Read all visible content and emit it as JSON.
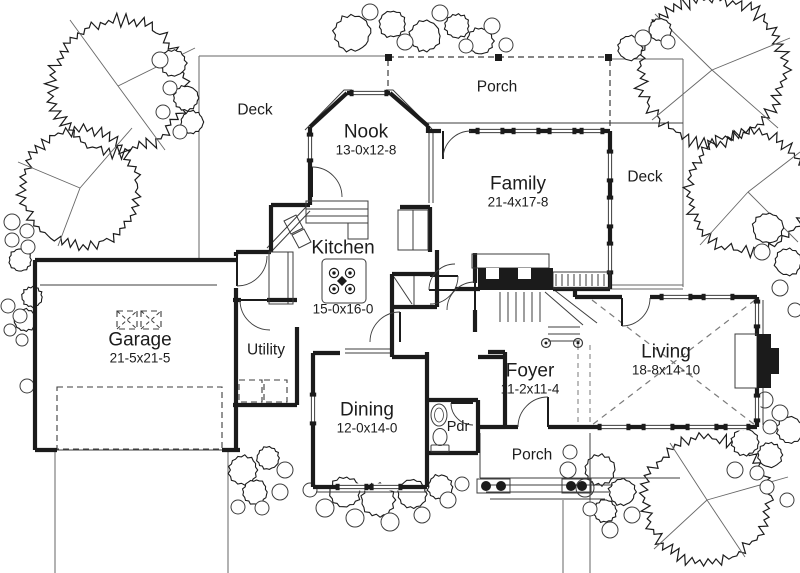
{
  "rooms": {
    "nook": {
      "label": "Nook",
      "dims": "13-0x12-8"
    },
    "family": {
      "label": "Family",
      "dims": "21-4x17-8"
    },
    "kitchen": {
      "label": "Kitchen",
      "dims": "15-0x16-0"
    },
    "garage": {
      "label": "Garage",
      "dims": "21-5x21-5"
    },
    "utility": {
      "label": "Utility"
    },
    "dining": {
      "label": "Dining",
      "dims": "12-0x14-0"
    },
    "powder": {
      "label": "Pdr"
    },
    "foyer": {
      "label": "Foyer",
      "dims": "11-2x11-4"
    },
    "living": {
      "label": "Living",
      "dims": "18-8x14-10"
    }
  },
  "outdoor": {
    "deck_upper_left": {
      "label": "Deck"
    },
    "porch_upper": {
      "label": "Porch"
    },
    "deck_right": {
      "label": "Deck"
    },
    "porch_lower": {
      "label": "Porch"
    }
  },
  "colors": {
    "ink": "#1b1b1b",
    "thin": "#3c3c3c",
    "site": "#666666",
    "dash_gray": "#7a7a7a",
    "background": "#ffffff"
  }
}
